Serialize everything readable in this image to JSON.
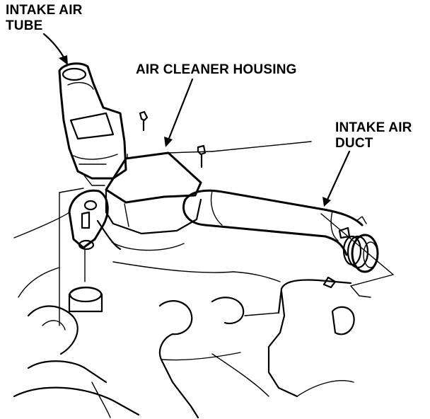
{
  "labels": {
    "intake_air_tube": [
      "INTAKE AIR",
      "TUBE"
    ],
    "air_cleaner_housing": "AIR CLEANER HOUSING",
    "intake_air_duct": [
      "INTAKE AIR",
      "DUCT"
    ]
  },
  "colors": {
    "ink": "#000000",
    "paper": "#ffffff"
  }
}
